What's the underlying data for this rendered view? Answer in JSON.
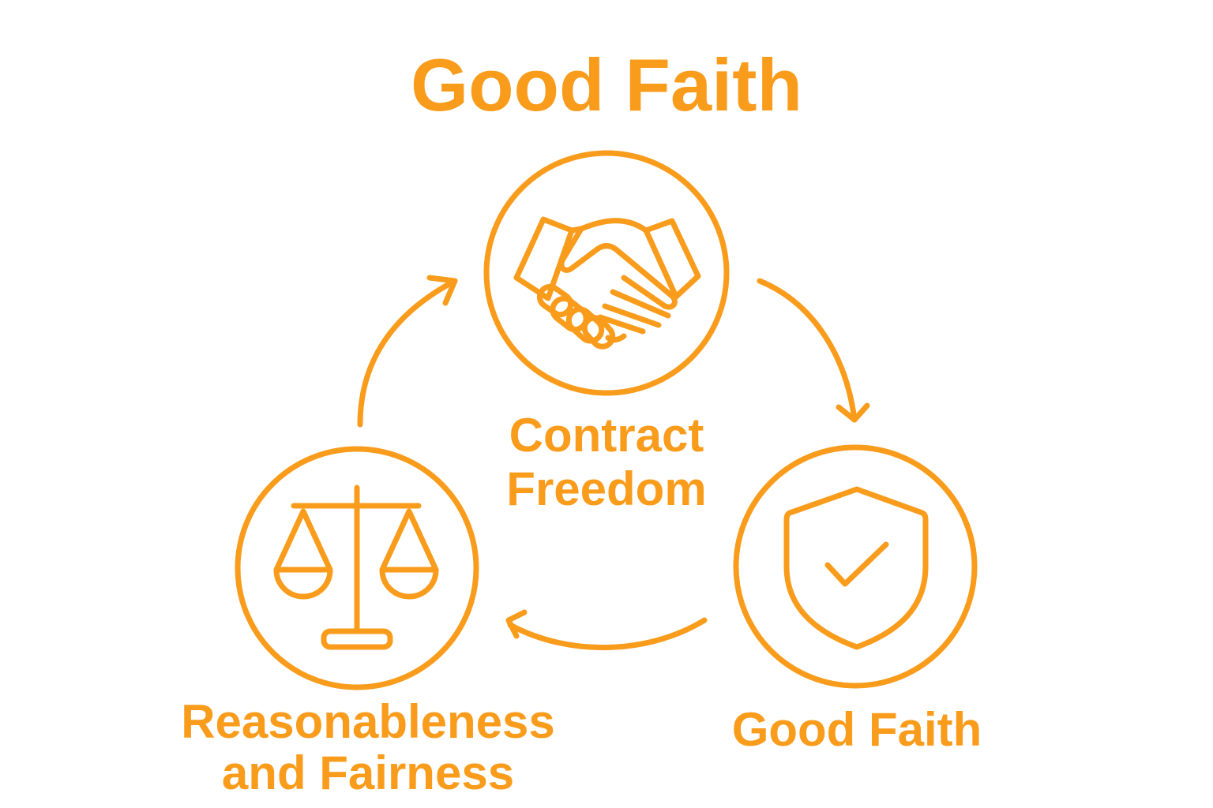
{
  "title": "Good Faith",
  "accent_color": "#F99C1C",
  "nodes": [
    {
      "id": "contract-freedom",
      "icon": "handshake-icon",
      "label_lines": [
        "Contract",
        "Freedom"
      ]
    },
    {
      "id": "good-faith",
      "icon": "shield-check-icon",
      "label_lines": [
        "Good Faith"
      ]
    },
    {
      "id": "reasonableness-fairness",
      "icon": "scales-of-justice-icon",
      "label_lines": [
        "Reasonableness",
        "and Fairness"
      ]
    }
  ],
  "flow": [
    {
      "from": "contract-freedom",
      "to": "good-faith"
    },
    {
      "from": "good-faith",
      "to": "reasonableness-fairness"
    },
    {
      "from": "reasonableness-fairness",
      "to": "contract-freedom"
    }
  ]
}
